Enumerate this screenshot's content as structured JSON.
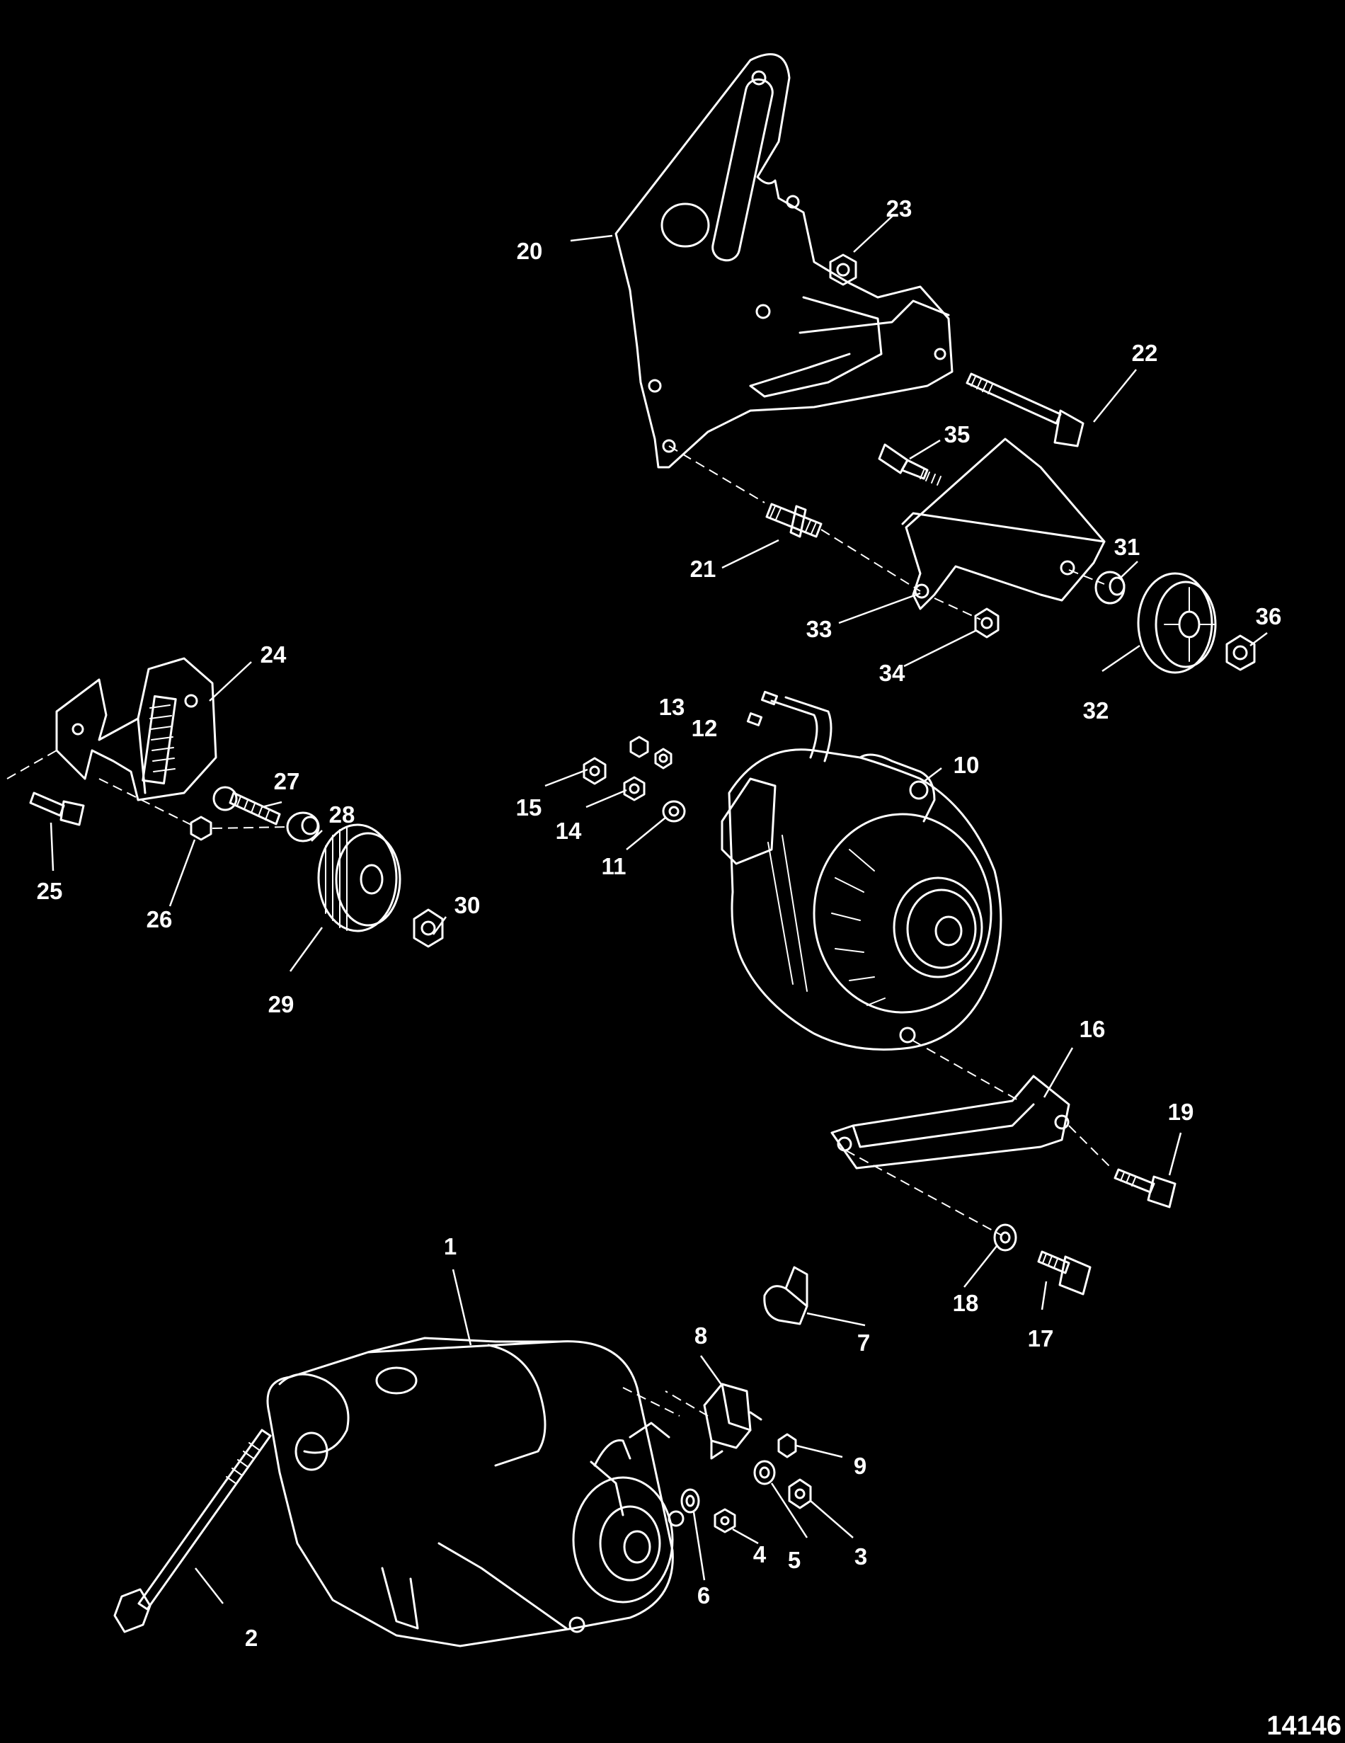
{
  "figure_id": "14146",
  "callouts": [
    {
      "key": "c1",
      "text": "1"
    },
    {
      "key": "c2",
      "text": "2"
    },
    {
      "key": "c3",
      "text": "3"
    },
    {
      "key": "c4",
      "text": "4"
    },
    {
      "key": "c5",
      "text": "5"
    },
    {
      "key": "c6",
      "text": "6"
    },
    {
      "key": "c7",
      "text": "7"
    },
    {
      "key": "c8",
      "text": "8"
    },
    {
      "key": "c9",
      "text": "9"
    },
    {
      "key": "c10",
      "text": "10"
    },
    {
      "key": "c11",
      "text": "11"
    },
    {
      "key": "c12",
      "text": "12"
    },
    {
      "key": "c13",
      "text": "13"
    },
    {
      "key": "c14",
      "text": "14"
    },
    {
      "key": "c15",
      "text": "15"
    },
    {
      "key": "c16",
      "text": "16"
    },
    {
      "key": "c17",
      "text": "17"
    },
    {
      "key": "c18",
      "text": "18"
    },
    {
      "key": "c19",
      "text": "19"
    },
    {
      "key": "c20",
      "text": "20"
    },
    {
      "key": "c21",
      "text": "21"
    },
    {
      "key": "c22",
      "text": "22"
    },
    {
      "key": "c23",
      "text": "23"
    },
    {
      "key": "c24",
      "text": "24"
    },
    {
      "key": "c25",
      "text": "25"
    },
    {
      "key": "c26",
      "text": "26"
    },
    {
      "key": "c27",
      "text": "27"
    },
    {
      "key": "c28",
      "text": "28"
    },
    {
      "key": "c29",
      "text": "29"
    },
    {
      "key": "c30",
      "text": "30"
    },
    {
      "key": "c31",
      "text": "31"
    },
    {
      "key": "c32",
      "text": "32"
    },
    {
      "key": "c33",
      "text": "33"
    },
    {
      "key": "c34",
      "text": "34"
    },
    {
      "key": "c35",
      "text": "35"
    },
    {
      "key": "c36",
      "text": "36"
    }
  ],
  "colors": {
    "background": "#000000",
    "line": "#ffffff"
  }
}
